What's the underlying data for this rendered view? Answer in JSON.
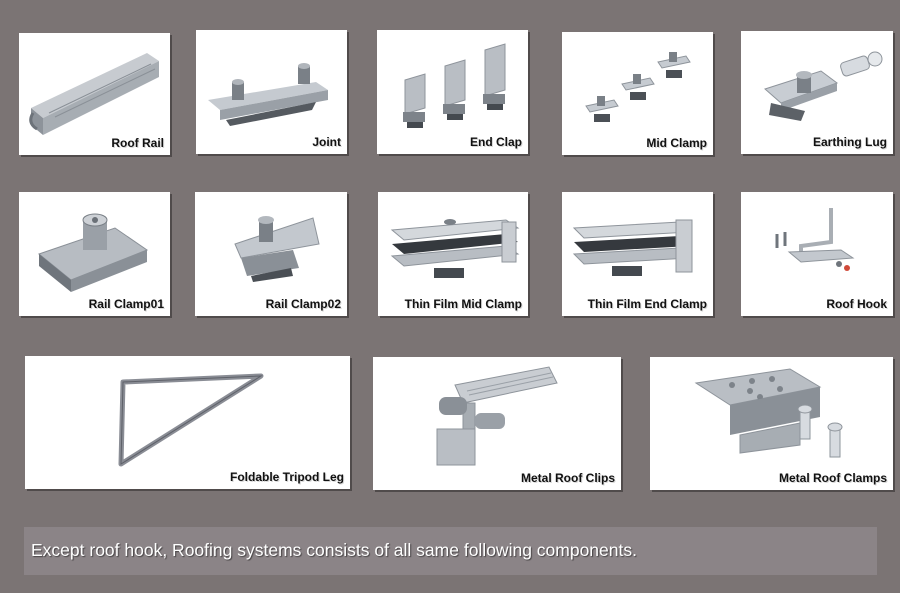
{
  "products": [
    {
      "label": "Roof Rail",
      "icon": "roof-rail-icon"
    },
    {
      "label": "Joint",
      "icon": "joint-icon"
    },
    {
      "label": "End Clap",
      "icon": "end-clamp-icon"
    },
    {
      "label": "Mid Clamp",
      "icon": "mid-clamp-icon"
    },
    {
      "label": "Earthing Lug",
      "icon": "earthing-lug-icon"
    },
    {
      "label": "Rail Clamp01",
      "icon": "rail-clamp01-icon"
    },
    {
      "label": "Rail Clamp02",
      "icon": "rail-clamp02-icon"
    },
    {
      "label": "Thin Film Mid Clamp",
      "icon": "thin-film-mid-clamp-icon"
    },
    {
      "label": "Thin Film End Clamp",
      "icon": "thin-film-end-clamp-icon"
    },
    {
      "label": "Roof Hook",
      "icon": "roof-hook-icon"
    },
    {
      "label": "Foldable Tripod Leg",
      "icon": "foldable-tripod-leg-icon"
    },
    {
      "label": "Metal Roof Clips",
      "icon": "metal-roof-clips-icon"
    },
    {
      "label": "Metal Roof Clamps",
      "icon": "metal-roof-clamps-icon"
    }
  ],
  "caption": "Except roof hook, Roofing systems consists of all same following components.",
  "colors": {
    "background": "#7b7474",
    "card": "#ffffff",
    "caption_bar": "#8b8487",
    "metal": "#a9aeb4"
  }
}
